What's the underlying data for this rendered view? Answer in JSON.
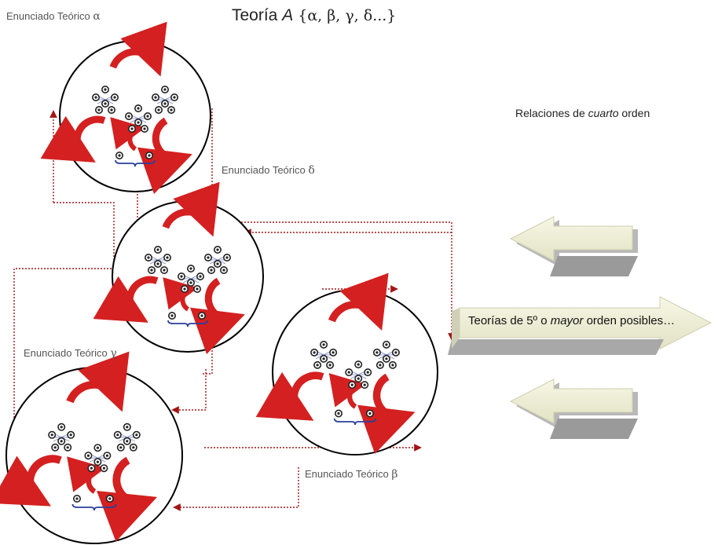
{
  "title": {
    "prefix": "Teoría ",
    "italic": "A",
    "symbols": " {α, β, γ, δ...}"
  },
  "statements": {
    "alpha": {
      "text": "Enunciado Teórico ",
      "symbol": "α"
    },
    "beta": {
      "text": "Enunciado Teórico ",
      "symbol": "β"
    },
    "gamma": {
      "text": "Enunciado Teórico ",
      "symbol": "γ"
    },
    "delta": {
      "text": "Enunciado Teórico ",
      "symbol": "δ"
    }
  },
  "relations_label": {
    "before": "Relaciones de ",
    "italic": "cuarto",
    "after": " orden"
  },
  "arrow_label": {
    "before": "Teorías de 5º o ",
    "italic": "mayor",
    "after": " orden posibles…"
  },
  "colors": {
    "curved_arrow": "#d42020",
    "curved_arrow_dark": "#a01010",
    "dotted_connector": "#a31515",
    "node": "#222222",
    "bracket": "#2a3f9a",
    "big_arrow_light": "#f2f2dc",
    "big_arrow_shadow": "#b8b8b8"
  },
  "icons": {
    "curved_arrow": "curved-arrow-icon",
    "node": "neuron-node-icon",
    "big_arrow": "3d-arrow-icon"
  }
}
